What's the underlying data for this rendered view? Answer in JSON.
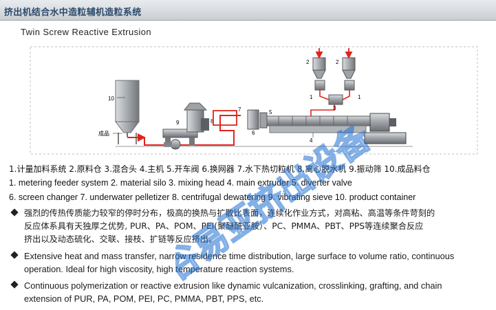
{
  "header": {
    "title": "挤出机结合水中造粒辅机造粒系统"
  },
  "diagram": {
    "title": "Twin Screw Reactive Extrusion",
    "labels": {
      "n1": "1",
      "n2": "2",
      "n3": "3",
      "n4": "4",
      "n5": "5",
      "n6": "6",
      "n7": "7",
      "n8": "8",
      "n9": "9",
      "n10": "10",
      "product": "成品",
      "feeder_a": "2",
      "feeder_b": "2",
      "left_one": "1",
      "right_one": "1"
    }
  },
  "legend": {
    "zh": "1.计量加料系统 2.原料仓 3.混合头 4.主机 5.开车阀 6.换网器 7.水下热切粒机 8.离心脱水机 9.振动筛 10.成品料仓",
    "en_line1": "1. metering feeder system   2. material silo   3. mixing head   4. main extruder   5. diverter valve",
    "en_line2": "6. screen changer  7. underwater pelletizer  8. centrifugal dewatering   9. vibrating sieve   10. product container"
  },
  "bullets": [
    {
      "zh_line1": "强烈的传热传质能力较窄的停时分布，极高的换热与扩散比表面，连续化作业方式，对高粘、高温等条件苛刻的",
      "zh_line2": "反应体系具有天独厚之优势, PUR、PA、POM、PEI(聚醚酰亚胺）、PC、PMMA、PBT、PPS等连续聚合反应",
      "zh_line3": "挤出以及动态硫化、交联、接枝、扩链等反应挤出。"
    },
    {
      "line1": "Extensive heat and mass transfer, narrow residence time distribution, large surface to volume ratio, continuous",
      "line2": "operation. Ideal for high viscosity, high temperature reaction systems."
    },
    {
      "line1": "Continuous  polymerization  or  reactive  extrusion like dynamic vulcanization, crosslinking, grafting, and chain",
      "line2": "extension of PUR, PA, POM, PEI, PC, PMMA, PBT, PPS, etc."
    }
  ],
  "watermark": {
    "text": "谷易亚挤出设备"
  },
  "colors": {
    "pipe_red": "#e0241b",
    "machine_gray": "#8c8f93",
    "header_text": "#2d4a6b"
  }
}
